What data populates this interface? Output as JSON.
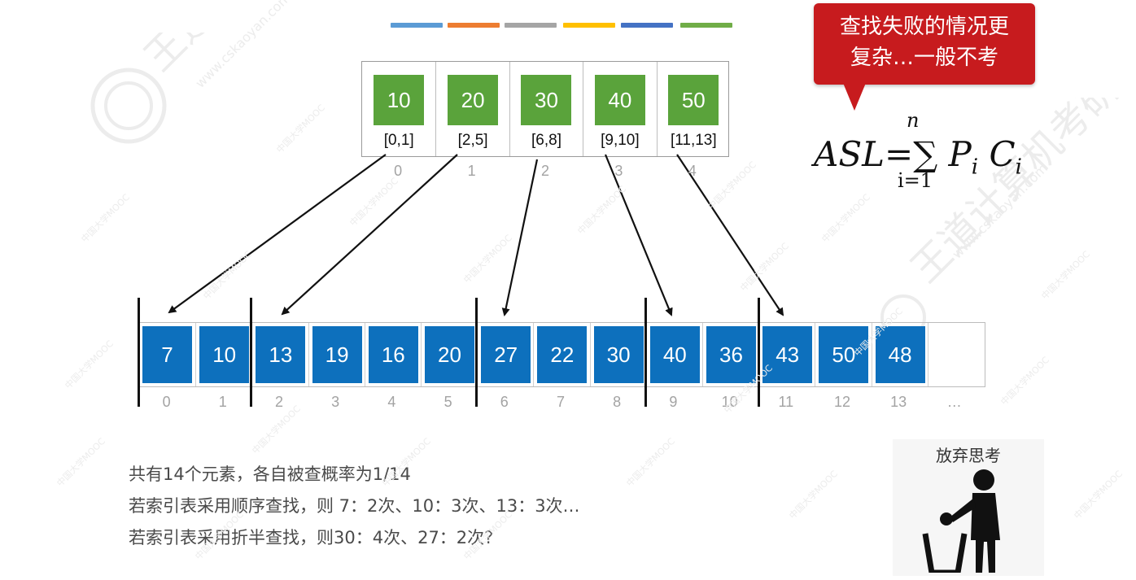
{
  "color_bar": [
    "#5b9bd5",
    "#ed7d31",
    "#a5a5a5",
    "#ffc000",
    "#4472c4",
    "#70ad47"
  ],
  "index_table": [
    {
      "key": "10",
      "range": "[0,1]",
      "index": "0"
    },
    {
      "key": "20",
      "range": "[2,5]",
      "index": "1"
    },
    {
      "key": "30",
      "range": "[6,8]",
      "index": "2"
    },
    {
      "key": "40",
      "range": "[9,10]",
      "index": "3"
    },
    {
      "key": "50",
      "range": "[11,13]",
      "index": "4"
    }
  ],
  "main_array": {
    "values": [
      "7",
      "10",
      "13",
      "19",
      "16",
      "20",
      "27",
      "22",
      "30",
      "40",
      "36",
      "43",
      "50",
      "48"
    ],
    "indices": [
      "0",
      "1",
      "2",
      "3",
      "4",
      "5",
      "6",
      "7",
      "8",
      "9",
      "10",
      "11",
      "12",
      "13"
    ],
    "ellipsis": "…"
  },
  "callout": {
    "line1": "查找失败的情况更",
    "line2": "复杂…一般不考"
  },
  "formula": {
    "lhs": "ASL=",
    "sum": "∑",
    "upper": "n",
    "lower": "i=1",
    "p": "P",
    "c": "C",
    "sub": "i"
  },
  "notes": [
    "共有14个元素，各自被查概率为1/14",
    "若索引表采用顺序查找，则 7：2次、10：3次、13：3次…",
    "若索引表采用折半查找，则30：4次、27：2次?"
  ],
  "give_up": {
    "label": "放弃思考"
  },
  "watermark": {
    "site": "www.cskaoyan.com",
    "mooc": "中国大学MOOC"
  },
  "colors": {
    "green_key": "#5aa33b",
    "blue_cell": "#0d70bd",
    "callout_red": "#c71b1e"
  }
}
